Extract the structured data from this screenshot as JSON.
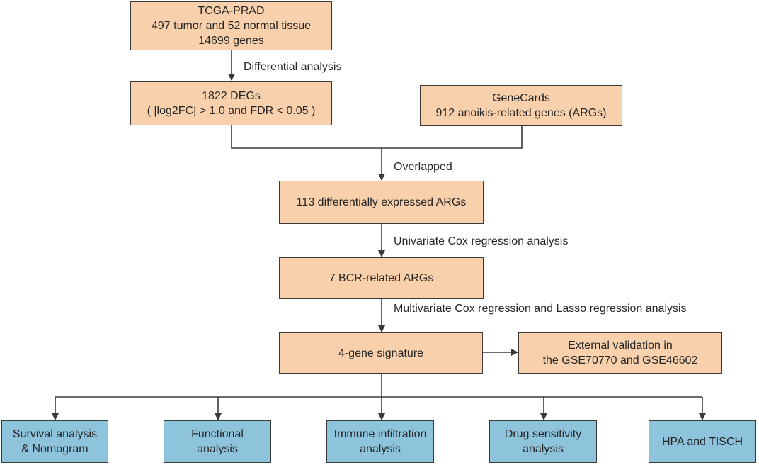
{
  "nodes": {
    "tcga": {
      "lines": [
        "TCGA-PRAD",
        "497 tumor and 52 normal tissue",
        "14699 genes"
      ],
      "color": "#f8d0ab"
    },
    "degs": {
      "lines": [
        "1822 DEGs",
        "( |log2FC| > 1.0 and FDR < 0.05 )"
      ],
      "color": "#f8d0ab"
    },
    "genecards": {
      "lines": [
        "GeneCards",
        "912 anoikis-related genes (ARGs)"
      ],
      "color": "#f8d0ab"
    },
    "diff_args": {
      "lines": [
        "113 differentially expressed ARGs"
      ],
      "color": "#f8d0ab"
    },
    "bcr_args": {
      "lines": [
        "7 BCR-related ARGs"
      ],
      "color": "#f8d0ab"
    },
    "signature": {
      "lines": [
        "4-gene signature"
      ],
      "color": "#f8d0ab"
    },
    "validation": {
      "lines": [
        "External validation in",
        "the GSE70770 and GSE46602"
      ],
      "color": "#f8d0ab"
    },
    "survival": {
      "lines": [
        "Survival analysis",
        "& Nomogram"
      ],
      "color": "#8ec3dc"
    },
    "functional": {
      "lines": [
        "Functional",
        "analysis"
      ],
      "color": "#8ec3dc"
    },
    "immune": {
      "lines": [
        "Immune infiltration",
        "analysis"
      ],
      "color": "#8ec3dc"
    },
    "drug": {
      "lines": [
        "Drug sensitivity",
        "analysis"
      ],
      "color": "#8ec3dc"
    },
    "hpa": {
      "lines": [
        "HPA and TISCH"
      ],
      "color": "#8ec3dc"
    }
  },
  "edge_labels": {
    "differential": [
      "Differential analysis"
    ],
    "overlapped": [
      "Overlapped"
    ],
    "univariate": [
      "Univariate Cox regression analysis"
    ],
    "multivariate": [
      "Multivariate Cox regression and",
      "Lasso regression analysis"
    ]
  },
  "style": {
    "line_color": "#3a3a3a"
  }
}
